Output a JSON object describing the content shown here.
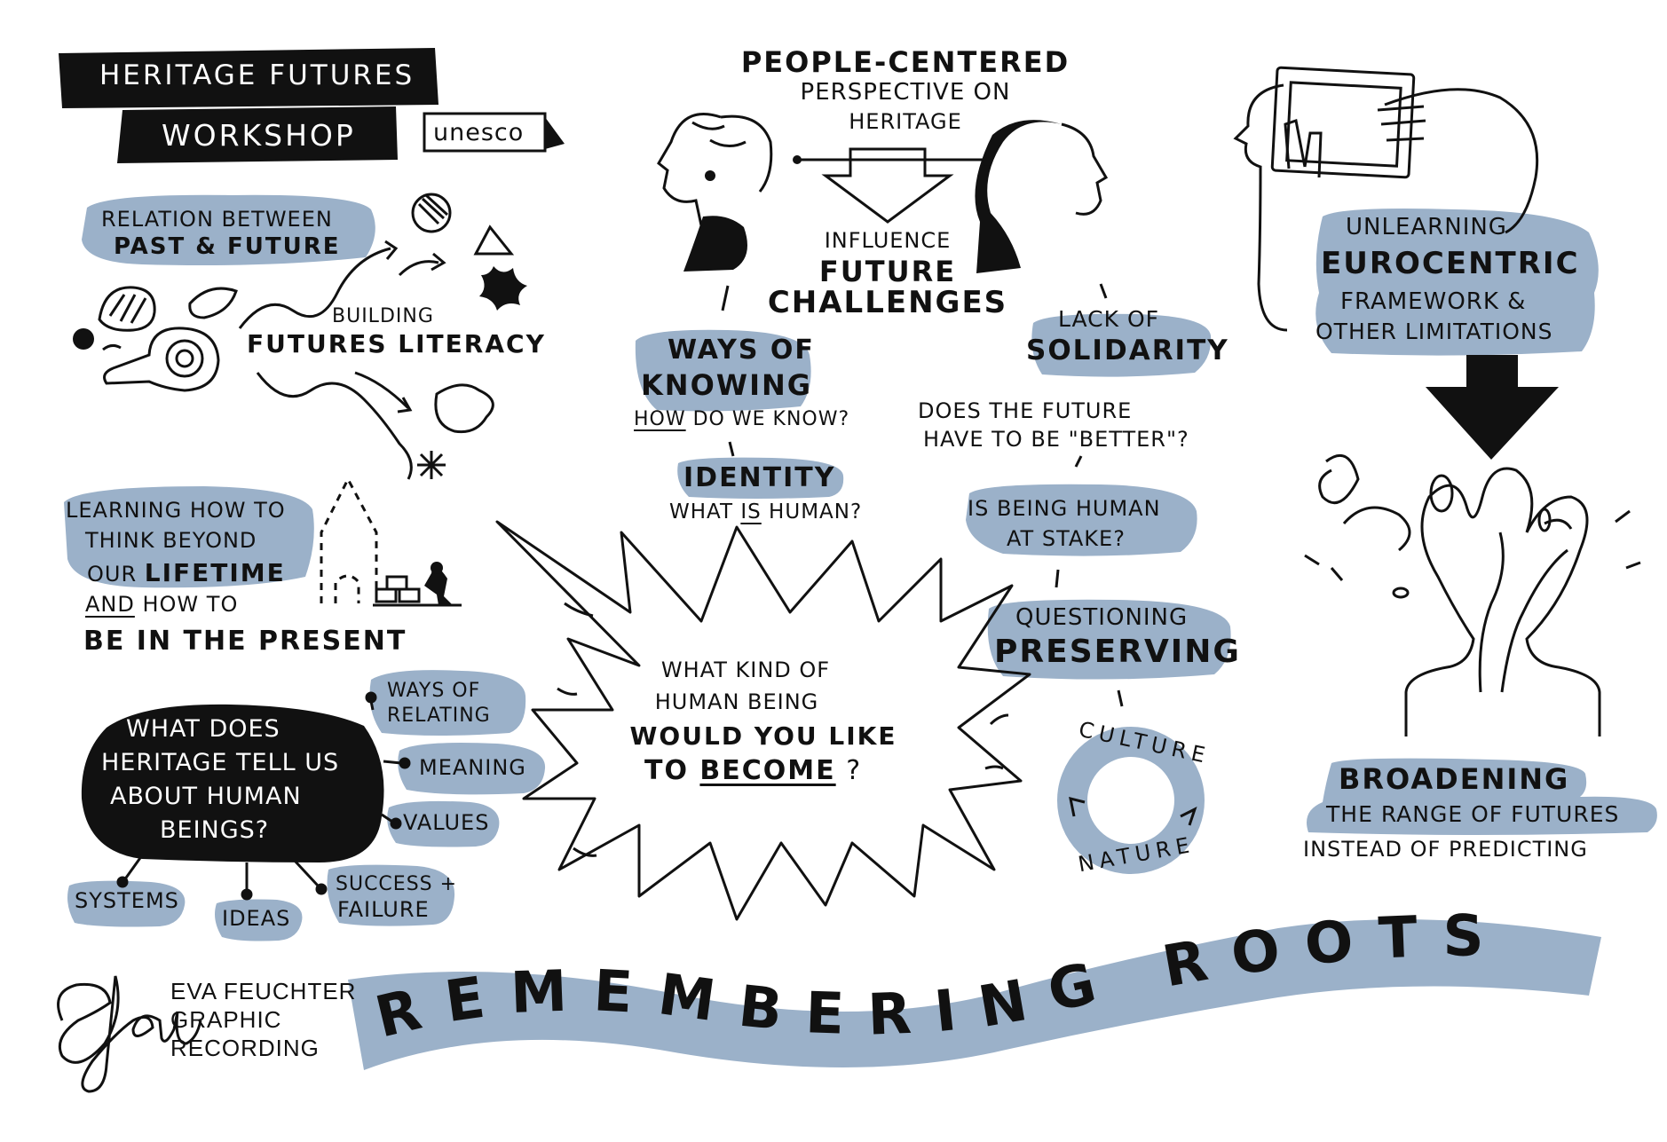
{
  "colors": {
    "blue": "#9bb1c9",
    "ink": "#111111",
    "paper": "#ffffff"
  },
  "header": {
    "title": "Heritage Futures",
    "subtitle": "Workshop",
    "org": "unesco"
  },
  "past_future": {
    "line1": "Relation between",
    "line2": "Past & Future"
  },
  "literacy": {
    "line1": "Building",
    "line2": "Futures literacy"
  },
  "lifetime": {
    "line1": "Learning how to",
    "line2": "think beyond",
    "line3a": "our ",
    "line3b": "lifetime",
    "line4a": "and",
    "line4b": " how to",
    "line5": "be in the present"
  },
  "what_does": {
    "line1": "What does",
    "line2": "heritage tell us",
    "line3": "about human",
    "line4": "beings?",
    "relating1": "ways of",
    "relating2": "relating",
    "meaning": "meaning",
    "values": "values",
    "systems": "systems",
    "ideas": "ideas",
    "success1": "success +",
    "success2": "failure"
  },
  "center": {
    "title1": "People-centered",
    "title2": "perspective on",
    "title3": "heritage",
    "influence": "influence",
    "future_ch1": "future",
    "future_ch2": "challenges"
  },
  "knowing": {
    "line1": "ways of",
    "line2": "knowing",
    "q_a": "how",
    "q_b": " do we know?"
  },
  "identity": {
    "label": "identity",
    "q_a": "what ",
    "q_b": "is",
    "q_c": " human?"
  },
  "solidarity": {
    "line1": "lack of",
    "line2": "solidarity"
  },
  "future_better": {
    "line1": "Does the future",
    "line2": "have to be \"better\"?"
  },
  "at_stake": {
    "line1": "is being human",
    "line2": "at stake?"
  },
  "preserving": {
    "line1": "questioning",
    "line2": "preserving"
  },
  "cycle": {
    "top": "CULTURE",
    "bottom": "NATURE"
  },
  "burst": {
    "line1": "What kind of",
    "line2": "human being",
    "line3": "would you like",
    "line4a": "to ",
    "line4b": "become",
    "line4c": " ?"
  },
  "unlearning": {
    "line1": "unlearning",
    "line2": "eurocentric",
    "line3": "framework &",
    "line4": "other limitations"
  },
  "broadening": {
    "line1": "broadening",
    "line2": "the range of futures",
    "line3": "instead of predicting"
  },
  "banner": {
    "text": "REMEMBERING ROOTS"
  },
  "credit": {
    "line1": "Eva Feuchter",
    "line2": "Graphic",
    "line3": "Recording",
    "signature": "Efeu"
  }
}
